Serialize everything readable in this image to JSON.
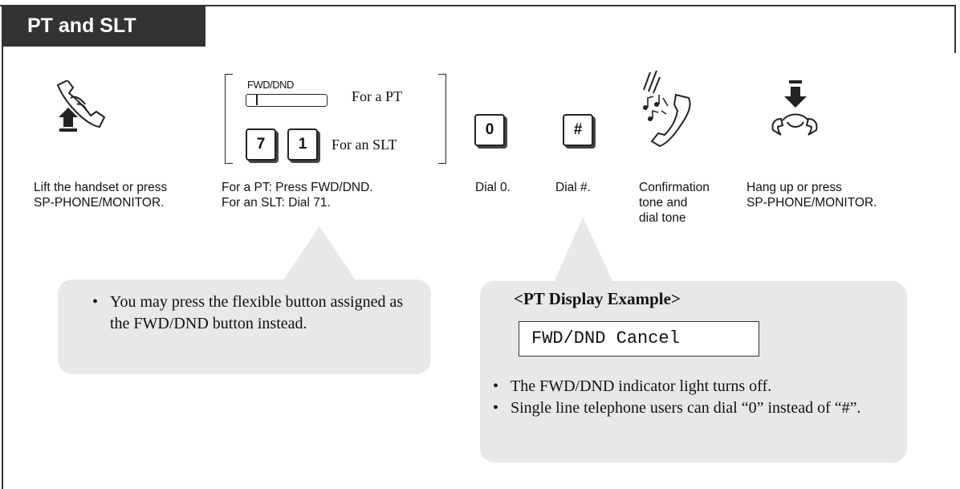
{
  "section": {
    "title": "PT and SLT"
  },
  "steps": [
    {
      "caption": "Lift the handset or press\nSP-PHONE/MONITOR."
    },
    {
      "caption": "For a PT: Press FWD/DND.\nFor an SLT: Dial 71."
    },
    {
      "caption": "Dial 0."
    },
    {
      "caption": "Dial #."
    },
    {
      "caption": "Confirmation\ntone and\ndial tone"
    },
    {
      "caption": "Hang up or press\nSP-PHONE/MONITOR."
    }
  ],
  "feature_button": {
    "label": "FWD/DND",
    "pt_text": "For a PT",
    "slt_text": "For an SLT",
    "slt_keys": [
      "7",
      "1"
    ]
  },
  "keys": {
    "zero": "0",
    "hash": "#"
  },
  "icons": {
    "offhook": "handset-lift-icon",
    "tone": "confirmation-tone-handset-icon",
    "onhook": "handset-hangup-icon"
  },
  "note_left": {
    "text": "You may press the flexible button assigned as the FWD/DND button instead."
  },
  "note_right": {
    "title": "<PT Display Example>",
    "display": "FWD/DND Cancel",
    "bullets": [
      "The FWD/DND indicator light turns off.",
      "Single line telephone users can dial “0” instead of “#”."
    ]
  }
}
